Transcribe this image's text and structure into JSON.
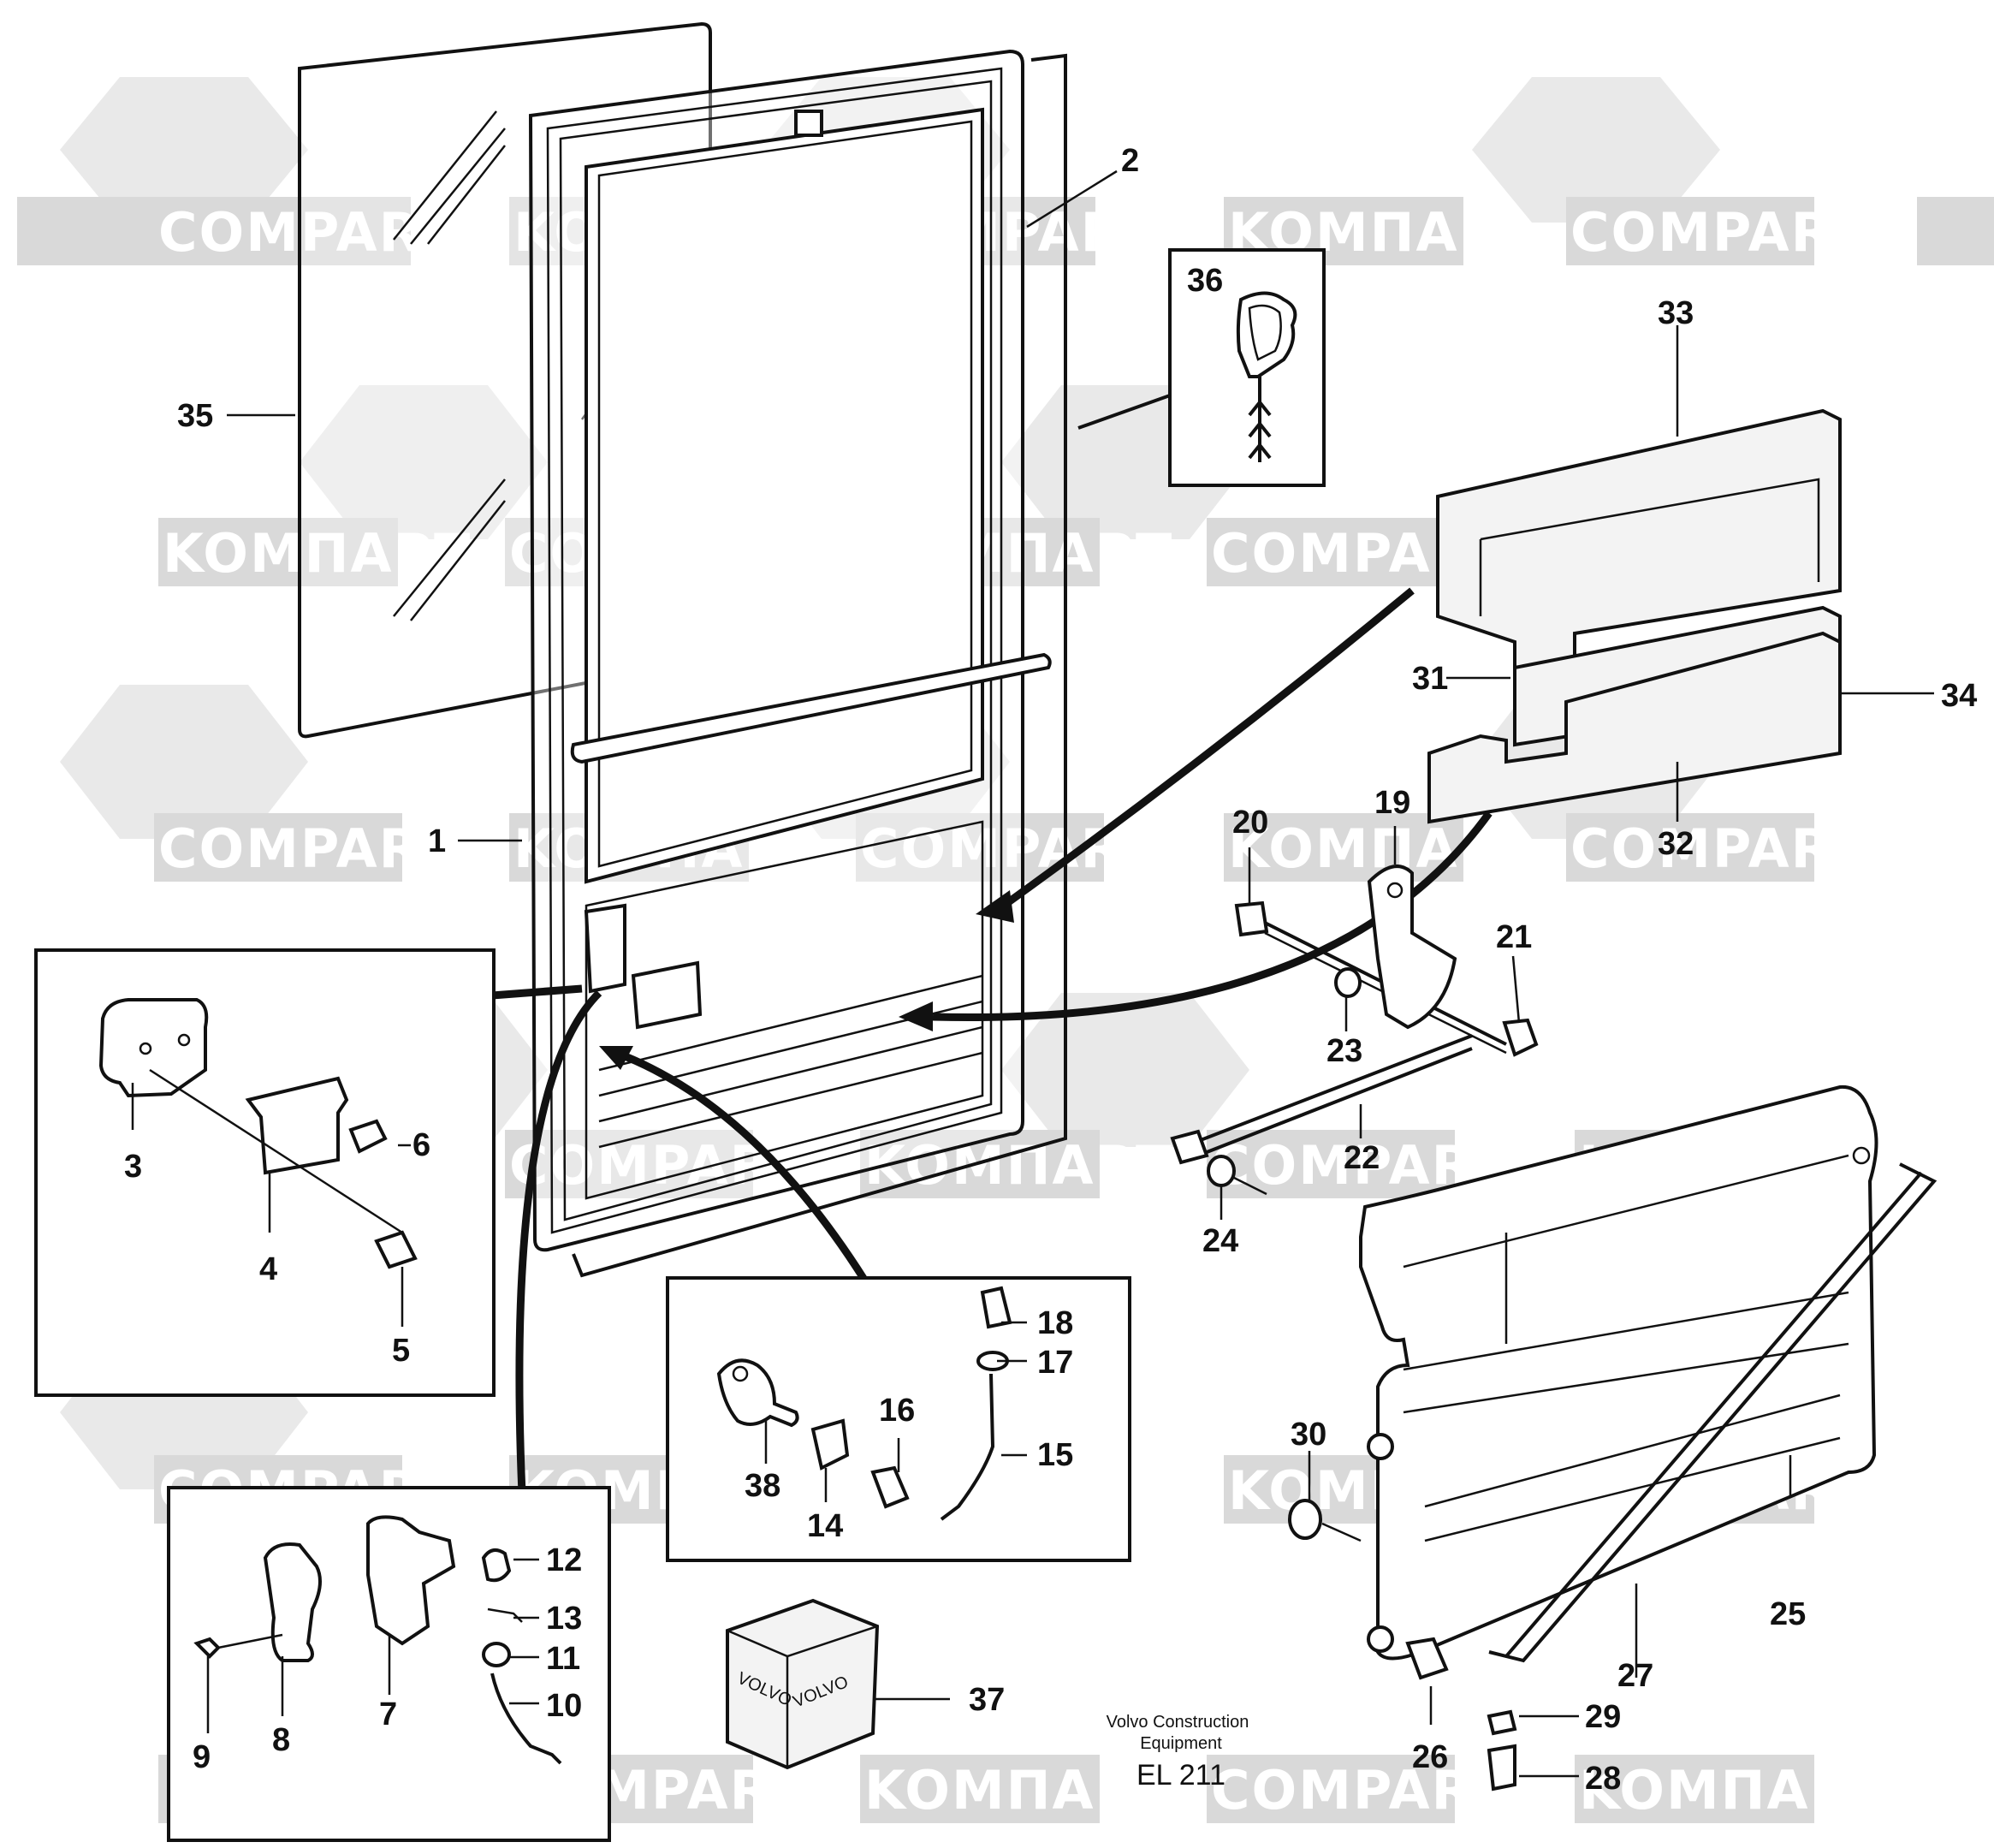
{
  "watermark": {
    "text_latin": "COMPART",
    "text_cyrillic": "KOMПAPT"
  },
  "callouts": {
    "c1": "1",
    "c2": "2",
    "c3": "3",
    "c4": "4",
    "c5": "5",
    "c6": "6",
    "c7": "7",
    "c8": "8",
    "c9": "9",
    "c10": "10",
    "c11": "11",
    "c12": "12",
    "c13": "13",
    "c14": "14",
    "c15": "15",
    "c16": "16",
    "c17": "17",
    "c18": "18",
    "c19": "19",
    "c20": "20",
    "c21": "21",
    "c22": "22",
    "c23": "23",
    "c24": "24",
    "c25": "25",
    "c26": "26",
    "c27": "27",
    "c28": "28",
    "c29": "29",
    "c30": "30",
    "c31": "31",
    "c32": "32",
    "c33": "33",
    "c34": "34",
    "c35": "35",
    "c36": "36",
    "c37": "37",
    "c38": "38"
  },
  "kit_box": {
    "brand": "VOLVO"
  },
  "caption": {
    "line1": "Volvo Construction",
    "line2": "Equipment",
    "code": "EL 211"
  }
}
